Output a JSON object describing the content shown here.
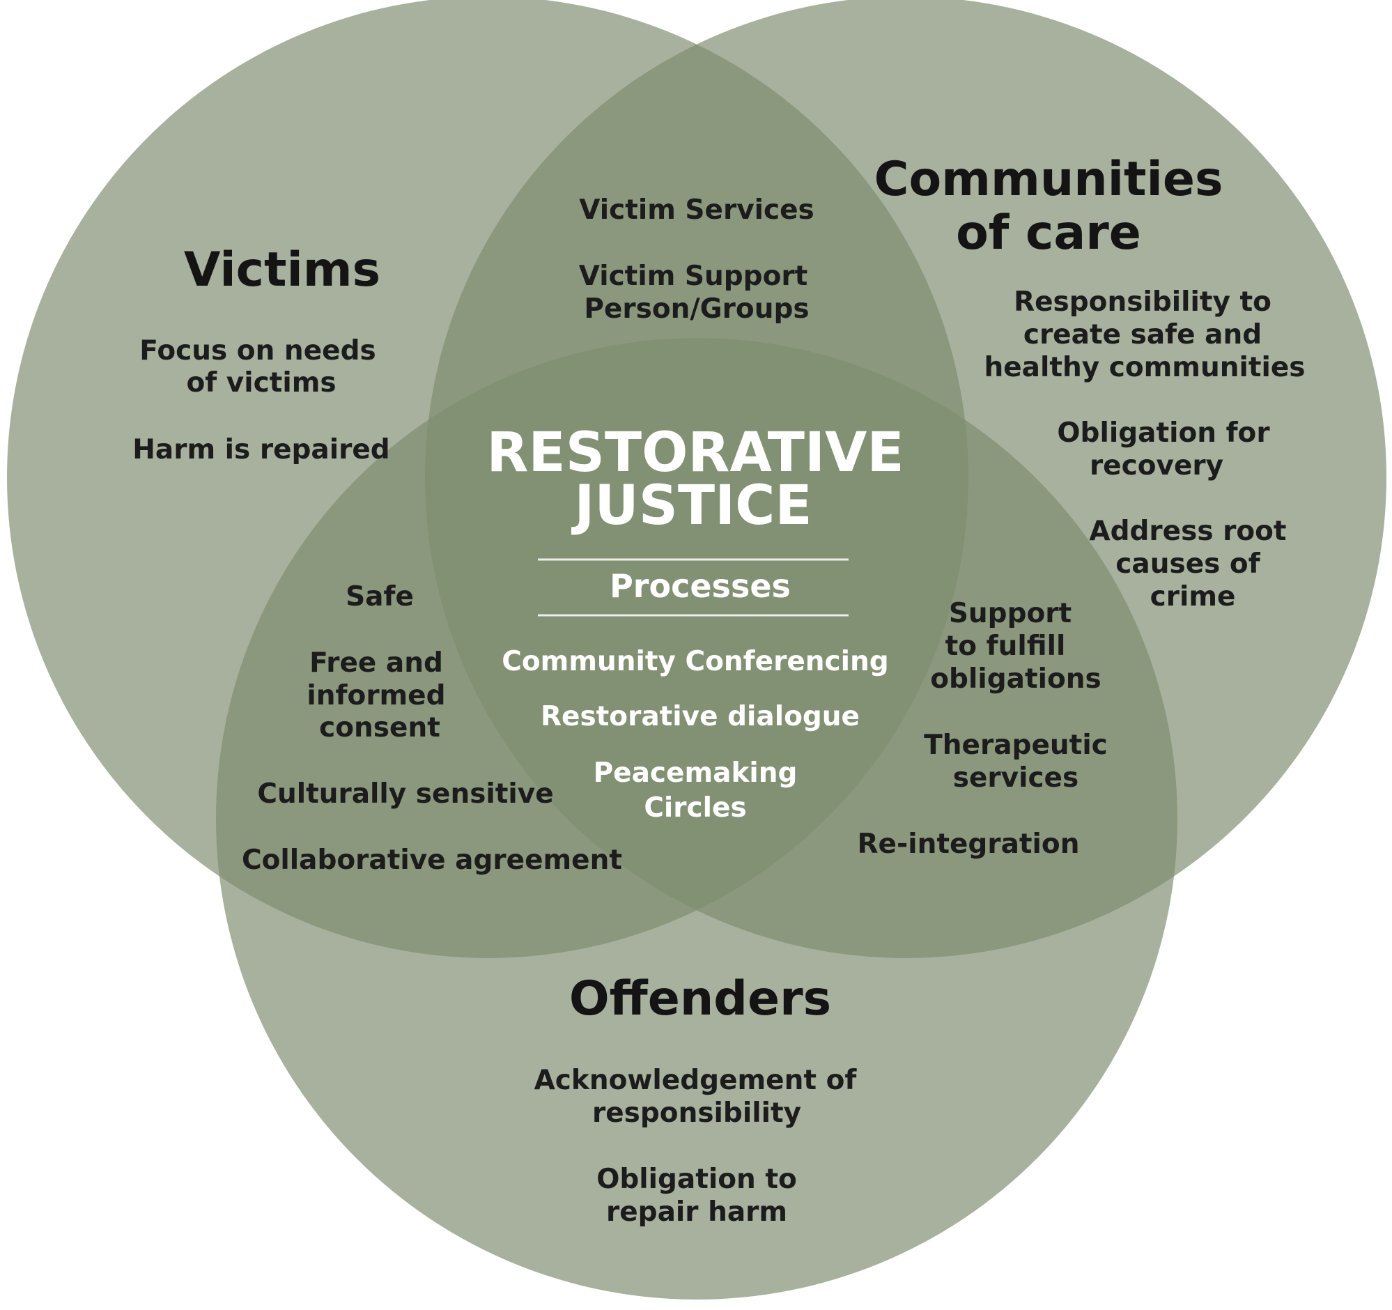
{
  "colors": {
    "circle_fill": "#7d8c6f",
    "circle_opacity": 0.68,
    "text_dark": "#1c1c1c",
    "text_light": "#ffffff",
    "background": "#ffffff"
  },
  "center": {
    "title_line1": "RESTORATIVE",
    "title_line2": "JUSTICE",
    "processes_label": "Processes",
    "items": [
      "Community Conferencing",
      "Restorative dialogue",
      "Peacemaking",
      "Circles"
    ]
  },
  "victims": {
    "title": "Victims",
    "lines": [
      "Focus on needs",
      "of victims",
      "Harm is repaired"
    ]
  },
  "communities": {
    "title_line1": "Communities",
    "title_line2": "of care",
    "lines": [
      "Responsibility to",
      "create safe and",
      "healthy communities",
      "Obligation for",
      "recovery",
      "Address root",
      "causes of",
      "crime"
    ]
  },
  "offenders": {
    "title": "Offenders",
    "lines": [
      "Acknowledgement of",
      "responsibility",
      "Obligation to",
      "repair harm"
    ]
  },
  "victims_communities": {
    "lines": [
      "Victim Services",
      "Victim Support",
      "Person/Groups"
    ]
  },
  "victims_offenders": {
    "lines": [
      "Safe",
      "Free and",
      "informed",
      "consent",
      "Culturally sensitive",
      "Collaborative agreement"
    ]
  },
  "communities_offenders": {
    "lines": [
      "Support",
      "to fulfill",
      "obligations",
      "Therapeutic",
      "services",
      "Re-integration"
    ]
  }
}
